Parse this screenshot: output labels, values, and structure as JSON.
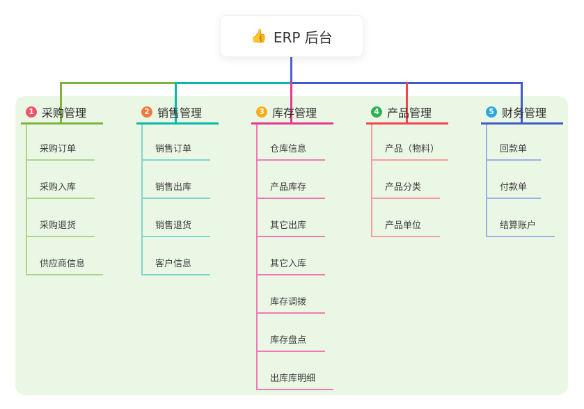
{
  "root": {
    "emoji": "👍",
    "title": "ERP 后台",
    "line_color": "#4a5fd2"
  },
  "colors": {
    "page_bg": "#ffffff",
    "panel_bg": "#ebf7e5",
    "header_text": "#2b2b2b",
    "child_text": "#3d3d3d"
  },
  "branches": [
    {
      "index": "1",
      "label": "采购管理",
      "badge_color": "#f2536c",
      "line_color": "#7cb43f",
      "light_color": "#aed68b",
      "children": [
        "采购订单",
        "采购入库",
        "采购退货",
        "供应商信息"
      ]
    },
    {
      "index": "2",
      "label": "销售管理",
      "badge_color": "#f6793b",
      "line_color": "#0bb6ab",
      "light_color": "#7fd6cf",
      "children": [
        "销售订单",
        "销售出库",
        "销售退货",
        "客户信息"
      ]
    },
    {
      "index": "3",
      "label": "库存管理",
      "badge_color": "#fcab1b",
      "line_color": "#e6368f",
      "light_color": "#f079b6",
      "children": [
        "仓库信息",
        "产品库存",
        "其它出库",
        "其它入库",
        "库存调拨",
        "库存盘点",
        "出库库明细"
      ]
    },
    {
      "index": "4",
      "label": "产品管理",
      "badge_color": "#2db355",
      "line_color": "#f4434e",
      "light_color": "#f69ba2",
      "children": [
        "产品（物料）",
        "产品分类",
        "产品单位"
      ]
    },
    {
      "index": "5",
      "label": "财务管理",
      "badge_color": "#28a7e1",
      "line_color": "#3f5bc8",
      "light_color": "#9cb1e5",
      "children": [
        "回款单",
        "付款单",
        "结算账户"
      ]
    }
  ]
}
